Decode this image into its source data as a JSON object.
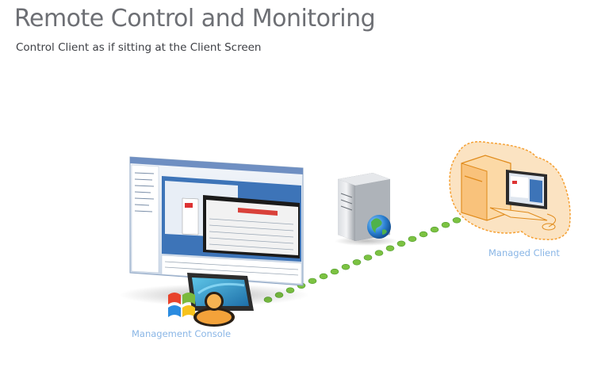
{
  "header": {
    "title": "Remote Control and Monitoring",
    "subtitle": "Control Client as if sitting at the Client Screen"
  },
  "diagram": {
    "nodes": [
      {
        "id": "management-console",
        "label": "Management Console",
        "icon": "management-console-icon"
      },
      {
        "id": "server",
        "label": "",
        "icon": "server-globe-icon"
      },
      {
        "id": "managed-client",
        "label": "Managed Client",
        "icon": "managed-client-icon"
      }
    ],
    "connection": {
      "style": "dotted",
      "color": "#7cc242",
      "from": "management-console",
      "to": "managed-client"
    }
  },
  "colors": {
    "title": "#6d6f74",
    "subtitle": "#3d3f44",
    "caption": "#8ab6e6",
    "accent_orange": "#f5a033",
    "link_green": "#7cc242"
  }
}
